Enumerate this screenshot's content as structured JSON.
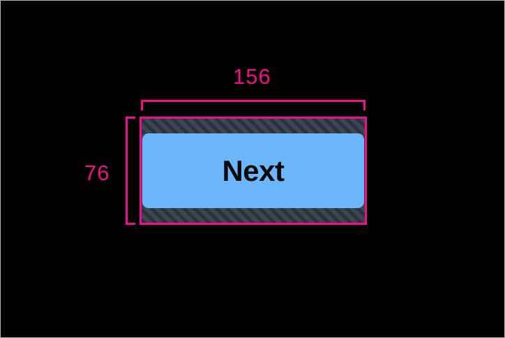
{
  "overlay": {
    "title": "UI Element Measurement Overlay",
    "background_color": "#000000",
    "accent_color": "#ef0e8c"
  },
  "measurement": {
    "width_label": "156",
    "height_label": "76",
    "unit": "",
    "width_bracket_name": "width-dimension-bracket",
    "height_bracket_name": "height-dimension-bracket"
  },
  "element": {
    "kind": "button",
    "label": "Next",
    "surface_color": "#6bb6fc",
    "text_color": "#0a0a0a",
    "hatch_color": "#383f49",
    "hatch_stripe_color": "#2b323b",
    "outline_color": "#ef0e8c"
  },
  "regions": {
    "top_band_name": "top-padding-hatch",
    "bottom_band_name": "bottom-padding-hatch"
  }
}
